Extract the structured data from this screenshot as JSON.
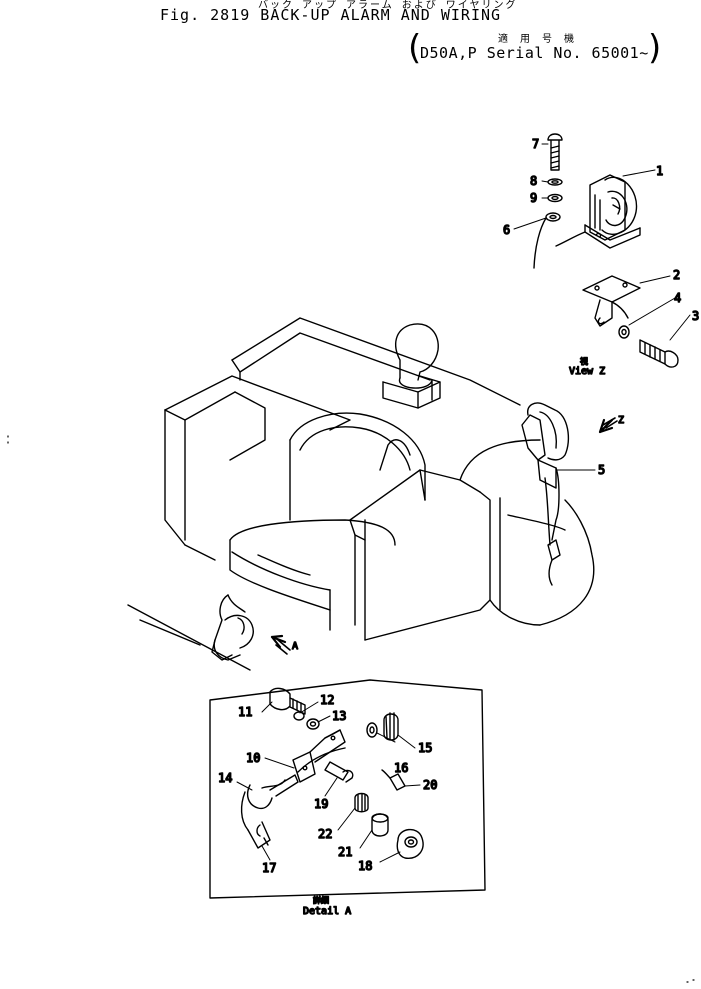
{
  "header": {
    "japanese_title": "バック アップ アラーム および ワイヤリング",
    "figure_title": "Fig. 2819  BACK-UP ALARM AND WIRING",
    "serial_japanese": "適 用 号 機",
    "serial": "D50A,P Serial No. 65001~"
  },
  "view_z": {
    "japanese": "視",
    "label": "View Z",
    "arrow_label": "Z"
  },
  "detail_a": {
    "japanese": "詳細",
    "label": "Detail A",
    "arrow_label": "A"
  },
  "callouts": {
    "n1": "1",
    "n2": "2",
    "n3": "3",
    "n4": "4",
    "n5": "5",
    "n6": "6",
    "n7": "7",
    "n8": "8",
    "n9": "9",
    "n10": "10",
    "n11": "11",
    "n12": "12",
    "n13": "13",
    "n14": "14",
    "n15": "15",
    "n16": "16",
    "n17": "17",
    "n18": "18",
    "n19": "19",
    "n20": "20",
    "n21": "21",
    "n22": "22"
  }
}
